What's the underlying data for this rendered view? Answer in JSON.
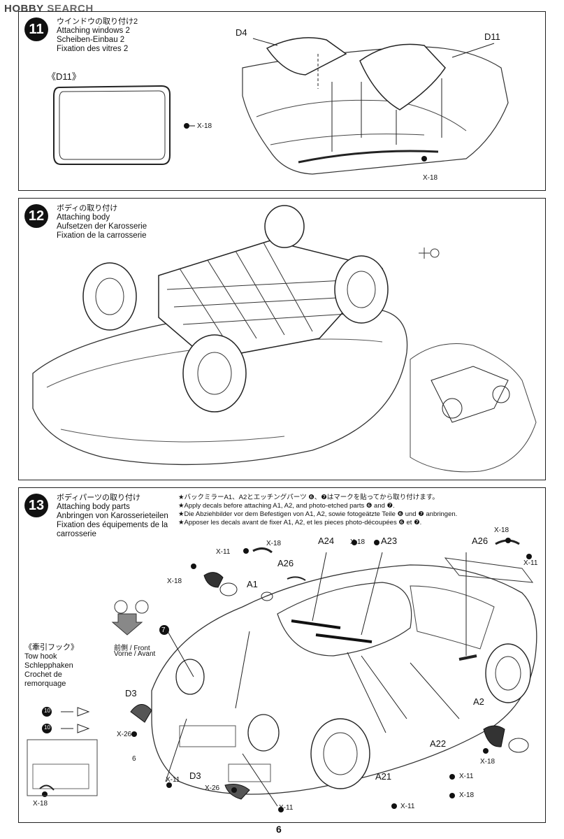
{
  "watermark": {
    "brand": "HOBBY",
    "rest": "SEARCH"
  },
  "page_number": "6",
  "step11": {
    "number": "11",
    "title_jp": "ウインドウの取り付け2",
    "title_en": "Attaching windows 2",
    "title_de": "Scheiben-Einbau 2",
    "title_fr": "Fixation des vitres 2",
    "part_label": "《D11》",
    "labels": {
      "d4": "D4",
      "d11": "D11",
      "x18a": "X-18",
      "x18b": "X-18"
    }
  },
  "step12": {
    "number": "12",
    "title_jp": "ボディの取り付け",
    "title_en": "Attaching body",
    "title_de": "Aufsetzen der Karosserie",
    "title_fr": "Fixation de la carrosserie"
  },
  "step13": {
    "number": "13",
    "title_jp": "ボディパーツの取り付け",
    "title_en": "Attaching body parts",
    "title_de": "Anbringen von Karosserieteilen",
    "title_fr": "Fixation des équipements de la",
    "title_fr2": "carrosserie",
    "notes": [
      "★バックミラーA1、A2とエッチングパーツ ❻、❼はマークを貼ってから取り付けます。",
      "★Apply decals before attaching A1, A2, and photo-etched parts ❻ and ❼.",
      "★Die Abziehbilder vor dem Befestigen von A1, A2, sowie fotogeätzte Teile ❻ und ❼ anbringen.",
      "★Apposer les decals avant de fixer A1, A2, et les pieces photo-découpées ❻ et ❼."
    ],
    "tow_hook": {
      "jp": "《牽引フック》",
      "en": "Tow hook",
      "de": "Schlepphaken",
      "fr1": "Crochet de",
      "fr2": "remorquage"
    },
    "front": {
      "jp": "前側 / Front",
      "de": "Vorne / Avant"
    },
    "labels": {
      "a1": "A1",
      "a2": "A2",
      "a21": "A21",
      "a22": "A22",
      "a23": "A23",
      "a24": "A24",
      "a26a": "A26",
      "a26b": "A26",
      "d3a": "D3",
      "d3b": "D3",
      "x11a": "X-11",
      "x11b": "X-11",
      "x11c": "X-11",
      "x11d": "X-11",
      "x11e": "X-11",
      "x11f": "X-11",
      "x18a": "X-18",
      "x18b": "X-18",
      "x18c": "X-18",
      "x18d": "X-18",
      "x18e": "X-18",
      "x18f": "X-18",
      "x18g": "X-18",
      "x26a": "X-26",
      "x26b": "X-26",
      "n6": "6",
      "n7": "7",
      "n10a": "10",
      "n10b": "10"
    }
  }
}
